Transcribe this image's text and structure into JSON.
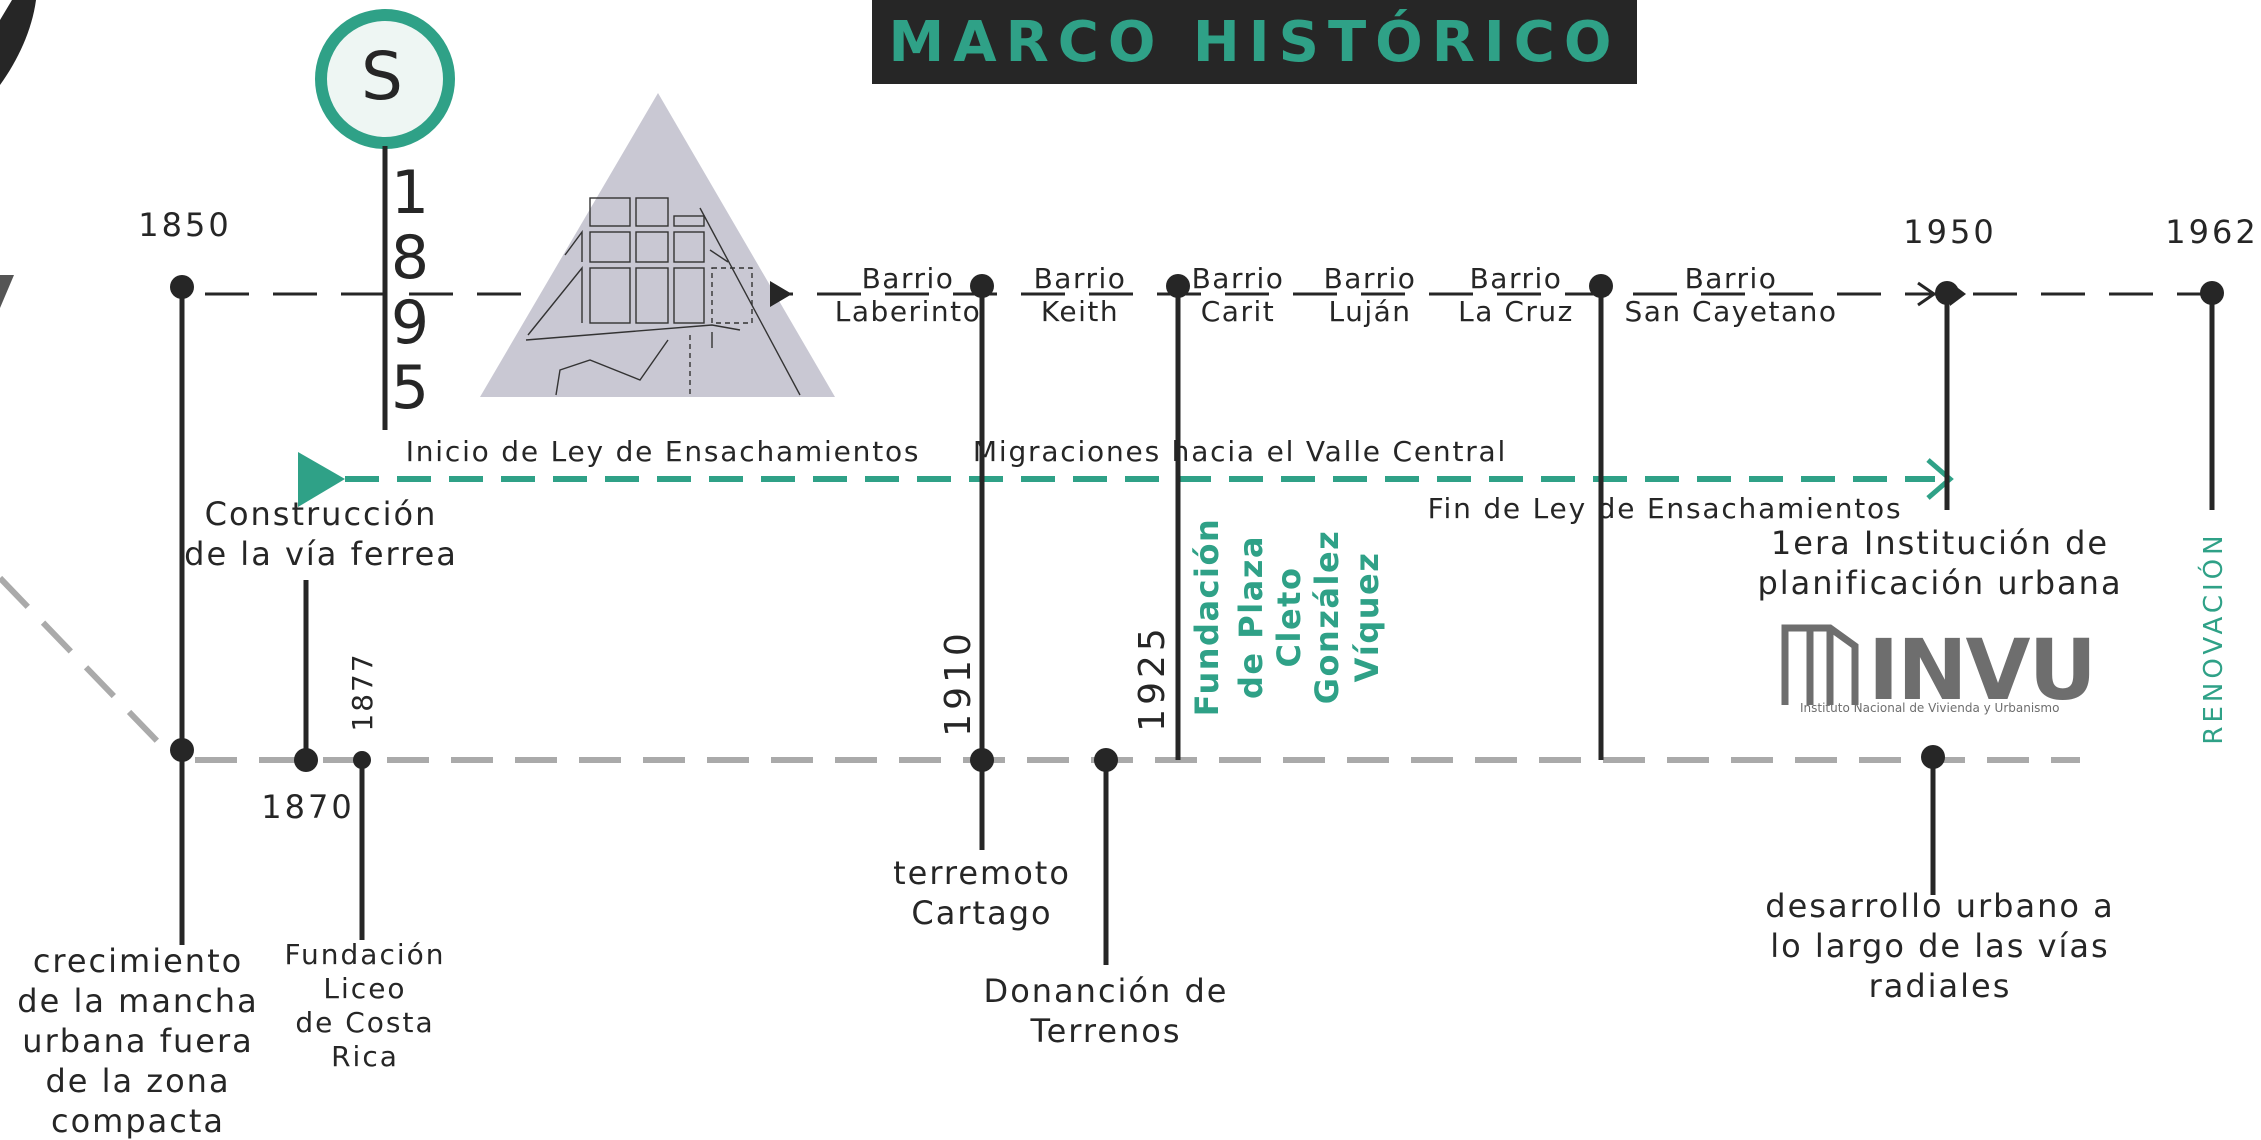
{
  "title": "MARCO HISTÓRICO",
  "station_badge": "S",
  "colors": {
    "dark": "#262626",
    "teal": "#2fa187",
    "gray": "#aaaaaa",
    "triangle": "#c9c8d3"
  },
  "map_icon_name": "city-map-triangle-icon",
  "logo": {
    "name": "INVU",
    "tagline": "Instituto Nacional de Vivienda y Urbanismo"
  },
  "top_timeline": {
    "years": {
      "y1850": "1850",
      "y1950": "1950",
      "y1962": "1962"
    },
    "year_1895_digits": [
      "1",
      "8",
      "9",
      "5"
    ],
    "barrios": [
      {
        "line1": "Barrio",
        "line2": "Laberinto"
      },
      {
        "line1": "Barrio",
        "line2": "Keith"
      },
      {
        "line1": "Barrio",
        "line2": "Carit"
      },
      {
        "line1": "Barrio",
        "line2": "Luján"
      },
      {
        "line1": "Barrio",
        "line2": "La Cruz"
      },
      {
        "line1": "Barrio",
        "line2": "San Cayetano"
      }
    ]
  },
  "middle_timeline": {
    "law_start": "Inicio de Ley de Ensachamientos",
    "migration": "Migraciones hacia el Valle Central",
    "law_end": "Fin de Ley de Ensachamientos"
  },
  "vertical_labels": {
    "y1910": "1910",
    "y1925": "1925",
    "y1877": "1877",
    "fundacion_plaza": [
      "Fundación",
      "de Plaza",
      "Cleto",
      "González",
      "Víquez"
    ],
    "renovacion": "RENOVACIÓN"
  },
  "events": {
    "via_ferrea": [
      "Construcción",
      "de la vía ferrea"
    ],
    "institucion": [
      "1era Institución de",
      "planificación urbana"
    ],
    "y1870": "1870",
    "mancha": [
      "crecimiento",
      "de la mancha",
      "urbana fuera",
      "de la zona",
      "compacta"
    ],
    "liceo": [
      "Fundación",
      "Liceo",
      "de Costa",
      "Rica"
    ],
    "terremoto": [
      "terremoto",
      "Cartago"
    ],
    "donacion": [
      "Donanción de",
      "Terrenos"
    ],
    "radiales": [
      "desarrollo urbano a",
      "lo largo de las vías",
      "radiales"
    ]
  }
}
